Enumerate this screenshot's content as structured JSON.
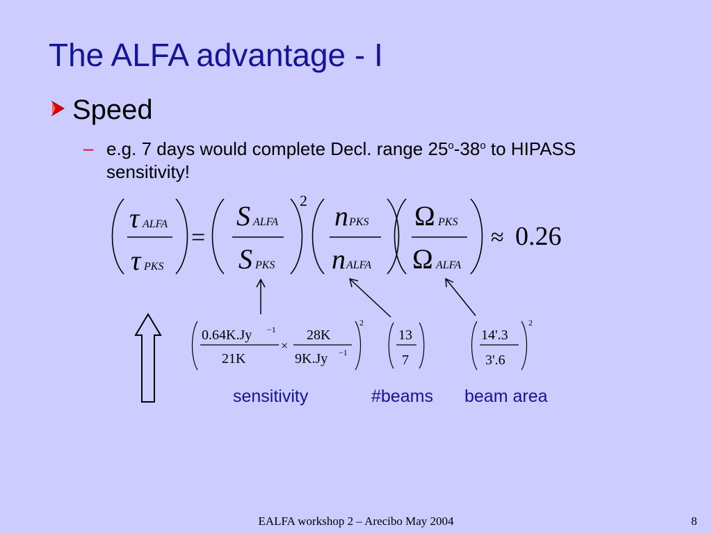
{
  "slide": {
    "title": "The ALFA advantage - I",
    "bullet": {
      "marker": "Ø",
      "text": "Speed"
    },
    "sub_bullet": {
      "marker": "–",
      "line1_pre": "e.g. 7 days would complete Decl. range 25",
      "deg1": "o",
      "mid": "-38",
      "deg2": "o",
      "line1_post": " to HIPASS",
      "line2": "sensitivity!"
    },
    "main_equation": {
      "tau": "τ",
      "S": "S",
      "n": "n",
      "Omega": "Ω",
      "sub_alfa": "ALFA",
      "sub_pks": "PKS",
      "equals": "=",
      "exponent": "2",
      "approx": "≈",
      "result": "0.26"
    },
    "sensitivity_factor": {
      "num1": "0.64K.Jy",
      "num1_exp": "−1",
      "den1": "21K",
      "times": "×",
      "num2": "28K",
      "den2": "9K.Jy",
      "den2_exp": "−1",
      "exponent": "2"
    },
    "beams_factor": {
      "num": "13",
      "den": "7"
    },
    "beam_area_factor": {
      "num": "14'.3",
      "den": "3'.6",
      "exponent": "2"
    },
    "labels": {
      "sensitivity": "sensitivity",
      "beams": "#beams",
      "beam_area": "beam area"
    },
    "footer": "EALFA workshop 2 – Arecibo May 2004",
    "page_number": "8"
  }
}
